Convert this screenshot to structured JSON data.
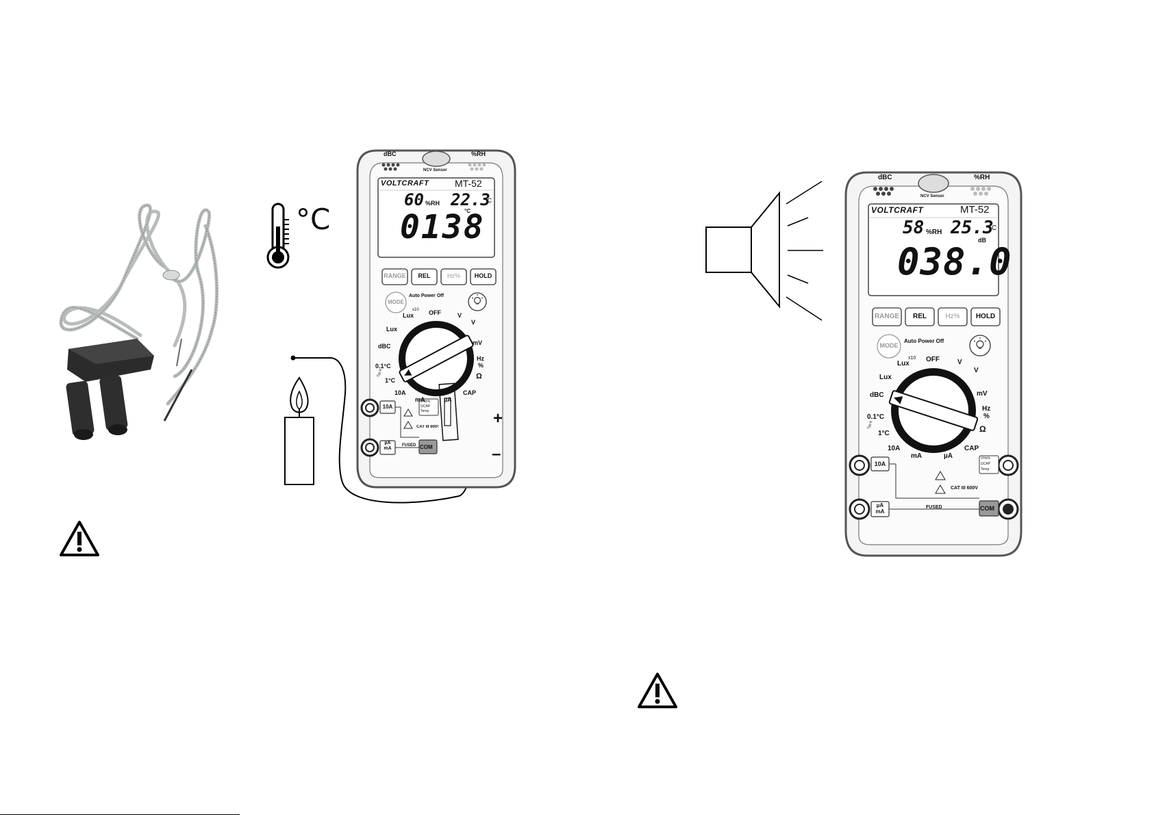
{
  "left": {
    "thermo_unit": "°C",
    "meter": {
      "brand": "VOLTCRAFT",
      "model": "MT-52",
      "top_left_label": "dBC",
      "top_right_label": "%RH",
      "sensor_label": "NCV Sensor",
      "lcd_humidity": "60",
      "lcd_humidity_unit": "%RH",
      "lcd_temp": "22.3",
      "lcd_temp_unit": "°C",
      "lcd_main_unit": "°C",
      "lcd_main": "0138",
      "buttons": [
        "RANGE",
        "REL",
        "Hz%",
        "HOLD"
      ],
      "mode_label": "MODE",
      "auto_off_label": "Auto Power Off",
      "dial": {
        "off": "OFF",
        "lux10": "Lux",
        "lux10_sup": "x10",
        "lux": "Lux",
        "dbc": "dBC",
        "c01": "0.1°C",
        "typk": "Typ K",
        "c1": "1°C",
        "a10": "10A",
        "ma": "mA",
        "ua": "µA",
        "cap": "CAP",
        "ohm": "Ω",
        "hz": "Hz",
        "pct": "%",
        "mv": "mV",
        "v": "V"
      },
      "jacks": {
        "a10": "10A",
        "uama1": "µA",
        "uama2": "mA",
        "vhz1": "VHz%",
        "vhz2": "ΩCAP",
        "vhz3": "Temp",
        "cat": "CAT III 600V",
        "fused": "FUSED",
        "com": "COM"
      }
    },
    "plus": "+",
    "minus": "–"
  },
  "right": {
    "meter": {
      "brand": "VOLTCRAFT",
      "model": "MT-52",
      "top_left_label": "dBC",
      "top_right_label": "%RH",
      "sensor_label": "NCV Sensor",
      "lcd_humidity": "58",
      "lcd_humidity_unit": "%RH",
      "lcd_temp": "25.3",
      "lcd_temp_unit": "°C",
      "lcd_main_unit": "dB",
      "lcd_main": "038.0",
      "buttons": [
        "RANGE",
        "REL",
        "Hz%",
        "HOLD"
      ],
      "mode_label": "MODE",
      "auto_off_label": "Auto Power Off",
      "dial": {
        "off": "OFF",
        "lux10": "Lux",
        "lux10_sup": "x10",
        "lux": "Lux",
        "dbc": "dBC",
        "c01": "0.1°C",
        "typk": "Typ K",
        "c1": "1°C",
        "a10": "10A",
        "ma": "mA",
        "ua": "µA",
        "cap": "CAP",
        "ohm": "Ω",
        "hz": "Hz",
        "pct": "%",
        "mv": "mV",
        "v": "V"
      },
      "jacks": {
        "a10": "10A",
        "uama1": "µA",
        "uama2": "mA",
        "vhz1": "VHz%",
        "vhz2": "ΩCAP",
        "vhz3": "Temp",
        "cat": "CAT III 600V",
        "fused": "FUSED",
        "com": "COM"
      }
    }
  },
  "colors": {
    "meter_body": "#f4f4f4",
    "meter_border": "#555555",
    "lcd_bg": "#ffffff",
    "com_fill": "#999999",
    "probe_dark": "#2b2b2b"
  }
}
